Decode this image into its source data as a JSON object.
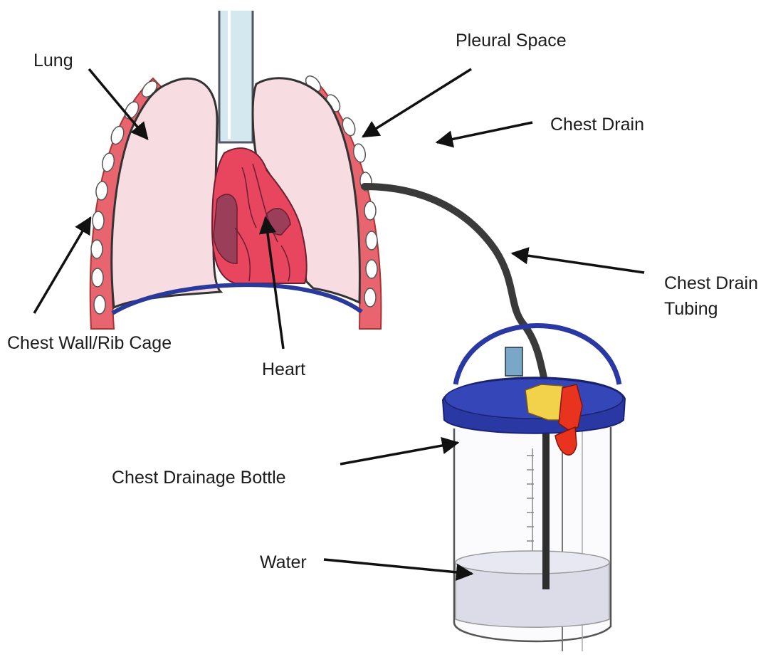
{
  "labels": {
    "lung": "Lung",
    "pleural_space": "Pleural Space",
    "chest_drain": "Chest Drain",
    "chest_drain_tubing_line1": "Chest Drain",
    "chest_drain_tubing_line2": "Tubing",
    "chest_wall": "Chest Wall/Rib Cage",
    "heart": "Heart",
    "chest_drainage_bottle": "Chest Drainage Bottle",
    "water": "Water"
  },
  "colors": {
    "lung_fill": "#f7dde2",
    "rib_red": "#e8646e",
    "heart_red": "#e8455e",
    "heart_dark": "#9a3e5a",
    "diaphragm_blue": "#2a3a9a",
    "lid_blue": "#2a38a4",
    "tubing": "#3a3a3a",
    "connector_yellow": "#f2d24a",
    "valve_red": "#e8341e",
    "water": "#dcdce8",
    "trachea": "#d4e8f0"
  }
}
